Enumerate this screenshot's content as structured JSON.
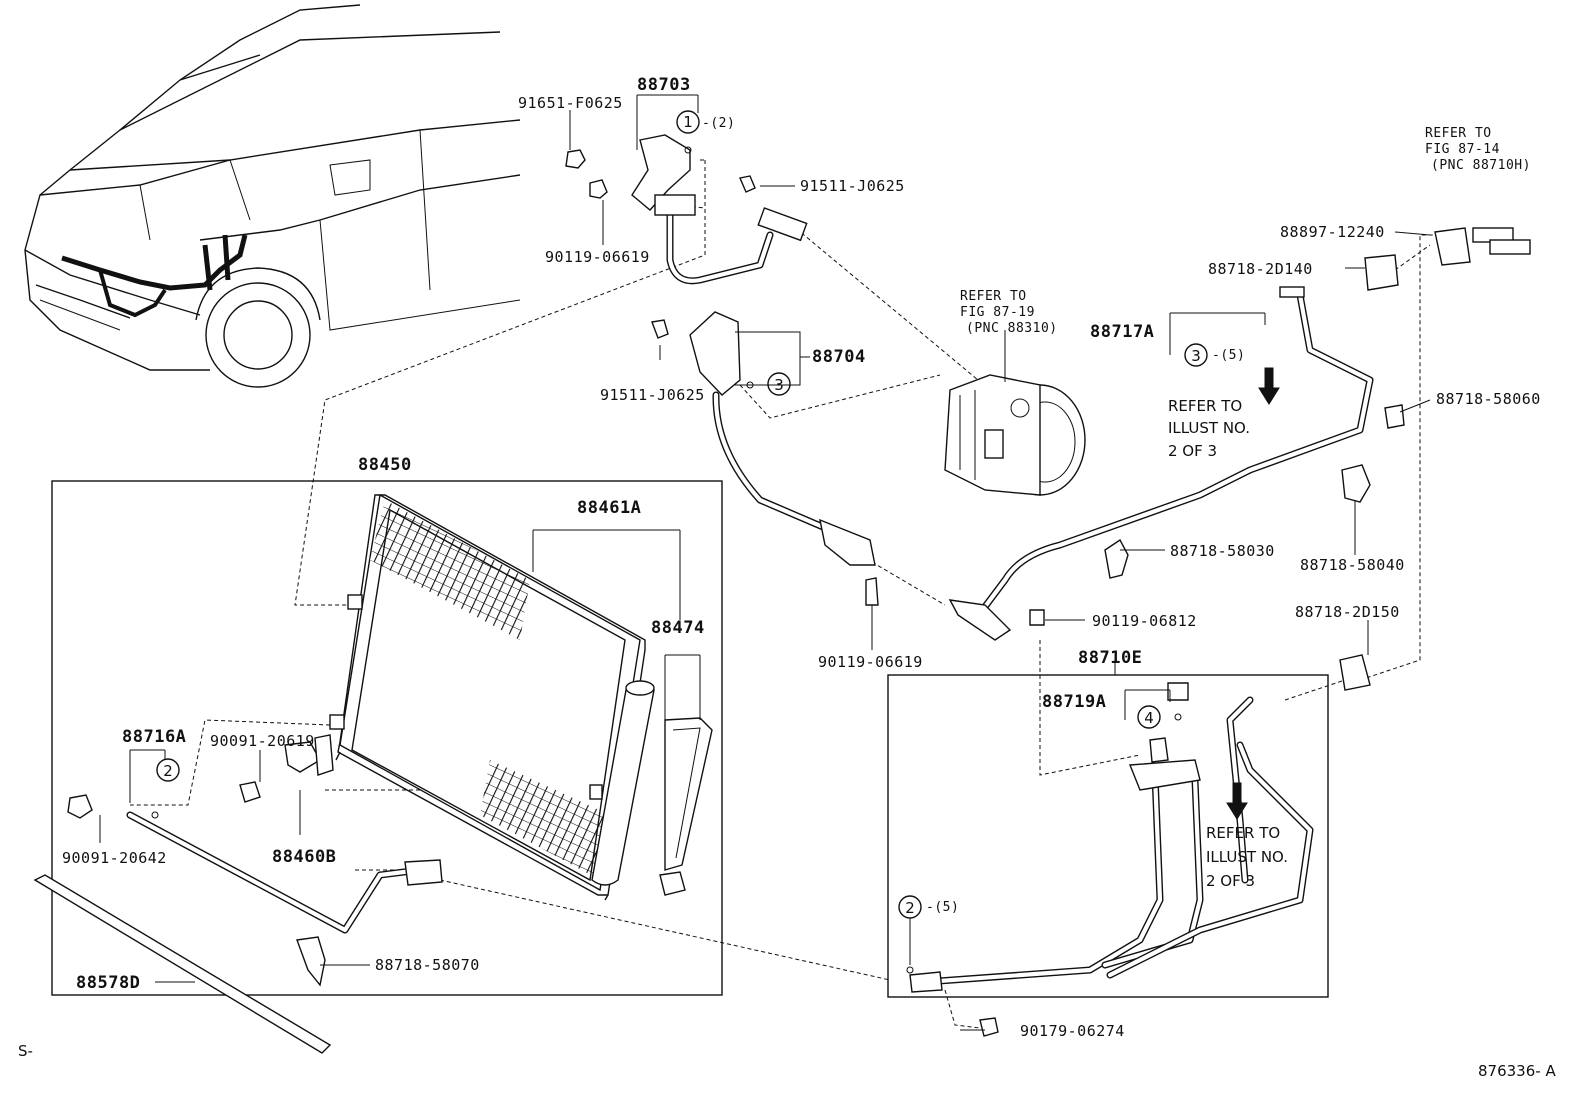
{
  "diagram_id": "876336- A",
  "corner_mark": "S-",
  "labels": {
    "p88703": "88703",
    "p91651": "91651-F0625",
    "p91511a": "91511-J0625",
    "p90119a": "90119-06619",
    "p91511b": "91511-J0625",
    "p88704": "88704",
    "p88450": "88450",
    "p88461A": "88461A",
    "p88474": "88474",
    "p88716A": "88716A",
    "p90091a": "90091-20619",
    "p90091b": "90091-20642",
    "p88460B": "88460B",
    "p88718_58070": "88718-58070",
    "p88578D": "88578D",
    "p90119b": "90119-06619",
    "p90119c": "90119-06812",
    "p88710E": "88710E",
    "p88719A": "88719A",
    "p90179": "90179-06274",
    "p88718_58030": "88718-58030",
    "p88718_58040": "88718-58040",
    "p88718_2D150": "88718-2D150",
    "p88718_58060": "88718-58060",
    "p88717A": "88717A",
    "p88718_2D140": "88718-2D140",
    "p88897": "88897-12240"
  },
  "callouts": {
    "c1": "1",
    "c1_qty": "-(2)",
    "c3a": "3",
    "c3b": "3",
    "c3b_qty": "-(5)",
    "c2a": "2",
    "c2b": "2",
    "c2b_qty": "-(5)",
    "c4": "4"
  },
  "notes": {
    "compressor": [
      "REFER TO",
      "FIG 87-19",
      "(PNC 88310)"
    ],
    "top_right": [
      "REFER TO",
      "FIG 87-14",
      "(PNC 88710H)"
    ],
    "illust_a": [
      "REFER TO",
      "ILLUST NO.",
      "2 OF 3"
    ],
    "illust_b": [
      "REFER TO",
      "ILLUST NO.",
      "2 OF 3"
    ]
  }
}
